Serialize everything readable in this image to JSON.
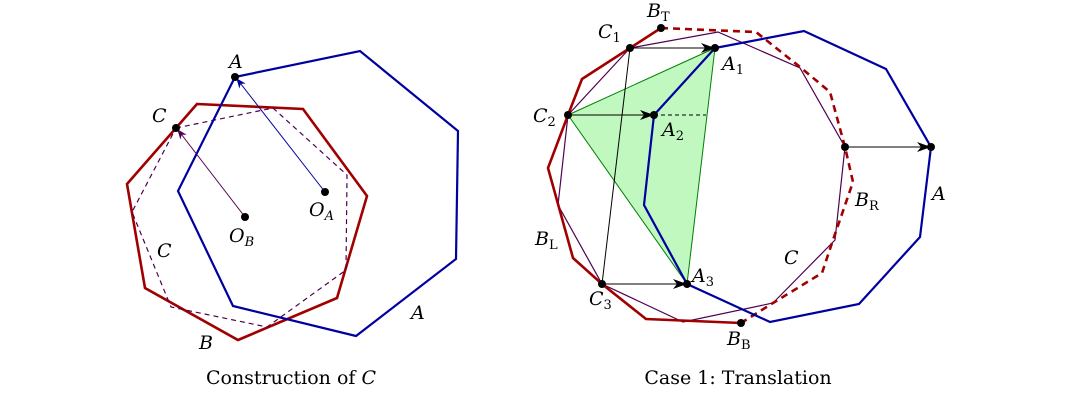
{
  "left_figure": {
    "caption_text": "Construction of ",
    "caption_symbol": "C",
    "labels": {
      "A": "A",
      "C": "C",
      "O_A": "O",
      "O_A_sub": "A",
      "O_B": "O",
      "O_B_sub": "B",
      "set_A": "A",
      "set_B": "B",
      "set_C": "C"
    }
  },
  "right_figure": {
    "caption": "Case 1: Translation",
    "labels": {
      "B_T": "B",
      "B_T_sub": "T",
      "C1": "C",
      "C1_sub": "1",
      "C2": "C",
      "C2_sub": "2",
      "C3": "C",
      "C3_sub": "3",
      "A1": "A",
      "A1_sub": "1",
      "A2": "A",
      "A2_sub": "2",
      "A3": "A",
      "A3_sub": "3",
      "B_B": "B",
      "B_B_sub": "B",
      "B_L": "B",
      "B_L_sub": "L",
      "B_R": "B",
      "B_R_sub": "R",
      "set_A": "A",
      "set_C": "C"
    }
  },
  "colors": {
    "polygon_A": "#0000a0",
    "polygon_B": "#a00000",
    "polygon_C": "#500050",
    "triangle_fill": "#c0f8c0",
    "triangle_stroke": "#008000"
  }
}
